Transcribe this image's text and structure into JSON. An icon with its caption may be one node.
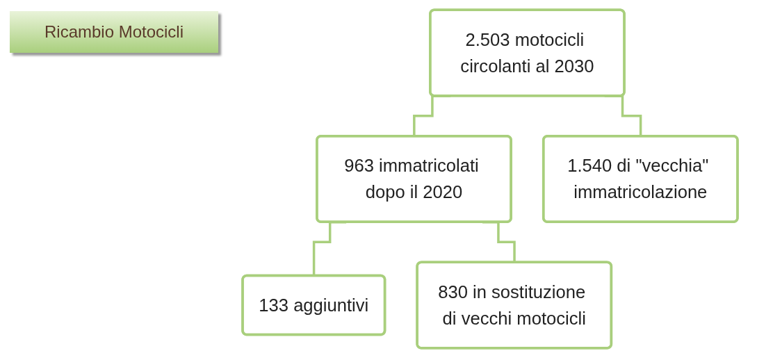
{
  "diagram": {
    "title": "Ricambio Motocicli",
    "nodes": [
      {
        "text": [
          "2.503 motocicli circolanti al 2030"
        ]
      },
      {
        "text": [
          "963 immatricolati dopo il 2020"
        ]
      },
      {
        "text": [
          "1.540 di \"vecchia\" immatricolazione"
        ]
      },
      {
        "text": [
          "133 aggiuntivi"
        ]
      },
      {
        "text": [
          "830 in sostituzione di vecchi motocicli"
        ]
      }
    ],
    "edges": [
      {
        "from": 0,
        "to": 1,
        "arrow": "none"
      },
      {
        "from": 0,
        "to": 2,
        "arrow": "none"
      },
      {
        "from": 1,
        "to": 3,
        "arrow": "none"
      },
      {
        "from": 1,
        "to": 4,
        "arrow": "none"
      }
    ]
  }
}
